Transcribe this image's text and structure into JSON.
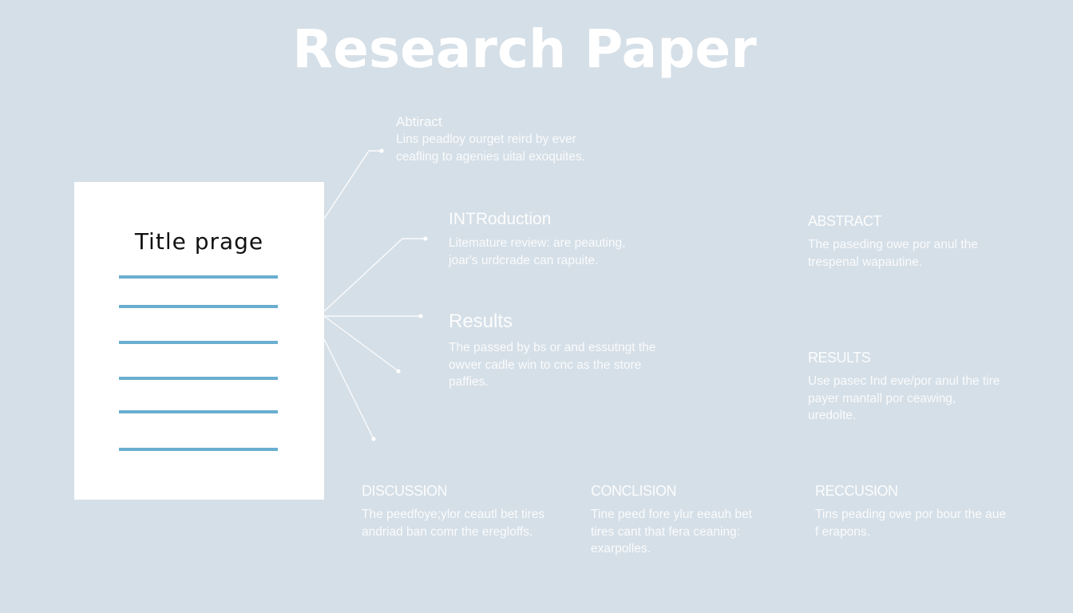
{
  "page": {
    "title": "Research Paper",
    "background_color": "#d5dfe7"
  },
  "document": {
    "title": "Title prage",
    "line_color": "#6aaed0",
    "line_count": 6
  },
  "sections": [
    {
      "id": "abstract-top",
      "heading": "Abtiract",
      "body": "Lins peadloy ourget reird by ever ceafling to agenies uital exoquites."
    },
    {
      "id": "introduction",
      "heading": "INTRoduction",
      "body": "Litemature review: are peauting, joar's urdcrade can rapuite."
    },
    {
      "id": "results",
      "heading": "Results",
      "body": "The passed by bs or and essutngt the owver cadle win to cnc as the store paffies."
    },
    {
      "id": "abstract-right",
      "heading": "ABSTRACT",
      "body": "The paseding owe por anul the trespenal wapautine."
    },
    {
      "id": "results-right",
      "heading": "RESULTS",
      "body": "Use pasec Ind eve/por anul the tire payer mantall por ceawing, uredolte."
    },
    {
      "id": "discussion",
      "heading": "DISCUSSION",
      "body": "The peedfoye;ylor ceautl bet tires andriad ban comr the eregloffs."
    },
    {
      "id": "conclusion",
      "heading": "CONCLISION",
      "body": "Tine peed fore ylur eeauh bet tires cant that fera ceaning: exarpolles."
    },
    {
      "id": "reccusion",
      "heading": "RECCUSION",
      "body": "Tins peading owe por bour the aue f erapons."
    }
  ]
}
